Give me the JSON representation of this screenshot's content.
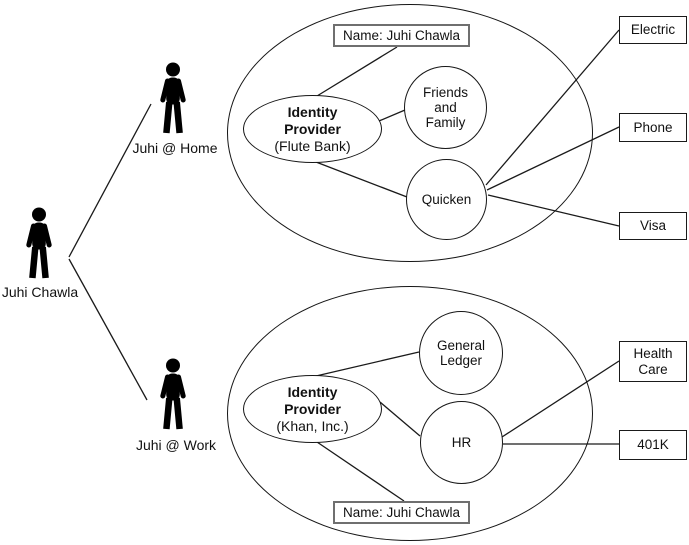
{
  "root_person": {
    "label": "Juhi Chawla"
  },
  "home": {
    "persona_label": "Juhi @ Home",
    "name_box_label": "Name: Juhi Chawla",
    "idp_name_line1": "Identity",
    "idp_name_line2": "Provider",
    "idp_org": "(Flute Bank)",
    "service_friends": "Friends and Family",
    "service_quicken": "Quicken",
    "ext_electric": "Electric",
    "ext_phone": "Phone",
    "ext_visa": "Visa"
  },
  "work": {
    "persona_label": "Juhi @ Work",
    "name_box_label": "Name: Juhi Chawla",
    "idp_name_line1": "Identity",
    "idp_name_line2": "Provider",
    "idp_org": "(Khan, Inc.)",
    "service_general_ledger": "General Ledger",
    "service_hr": "HR",
    "ext_health_care": "Health Care",
    "ext_401k": "401K"
  },
  "colors": {
    "line": "#1a1a1a",
    "name_box_border": "#6f6f6f",
    "shape_border": "#161616",
    "icon": "#000000",
    "background": "#ffffff"
  }
}
